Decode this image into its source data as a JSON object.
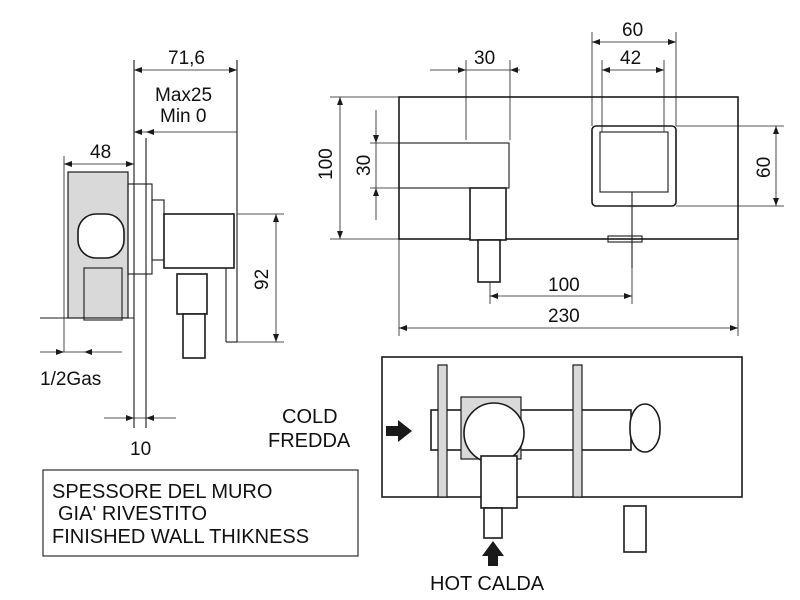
{
  "dimensions": {
    "d71_6": "71,6",
    "max25": "Max25",
    "min0": "Min 0",
    "d48": "48",
    "d92": "92",
    "d1_2gas": "1/2Gas",
    "d10": "10",
    "d30_top": "30",
    "d60_top": "60",
    "d42": "42",
    "d100_left": "100",
    "d30_left": "30",
    "d60_right": "60",
    "d100_bottom": "100",
    "d230": "230"
  },
  "labels": {
    "cold": "COLD",
    "fredda": "FREDDA",
    "hot_calda": "HOT  CALDA"
  },
  "wall_note": {
    "line1": "SPESSORE DEL MURO",
    "line2": "GIA' RIVESTITO",
    "line3": "FINISHED WALL THIKNESS"
  }
}
